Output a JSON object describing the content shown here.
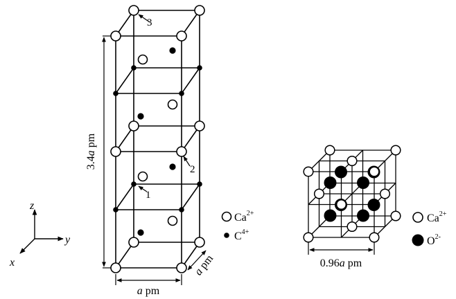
{
  "structure_left": {
    "height_label": {
      "num": "3.4",
      "var": "a",
      "unit": " pm"
    },
    "width_label": {
      "var": "a",
      "unit": " pm"
    },
    "depth_label": {
      "var": "a",
      "unit": " pm"
    },
    "markers": [
      "1",
      "2",
      "3"
    ],
    "legend": [
      {
        "kind": "open-circle",
        "element": "Ca",
        "charge": "2+"
      },
      {
        "kind": "filled-dot",
        "element": "C",
        "charge": "4+"
      }
    ]
  },
  "axes": {
    "z": "z",
    "y": "y",
    "x": "x"
  },
  "structure_right": {
    "width_label": {
      "num": "0.96",
      "var": "a",
      "unit": " pm"
    },
    "legend": [
      {
        "kind": "open-circle",
        "element": "Ca",
        "charge": "2+"
      },
      {
        "kind": "filled-circle",
        "element": "O",
        "charge": "2-"
      }
    ]
  }
}
